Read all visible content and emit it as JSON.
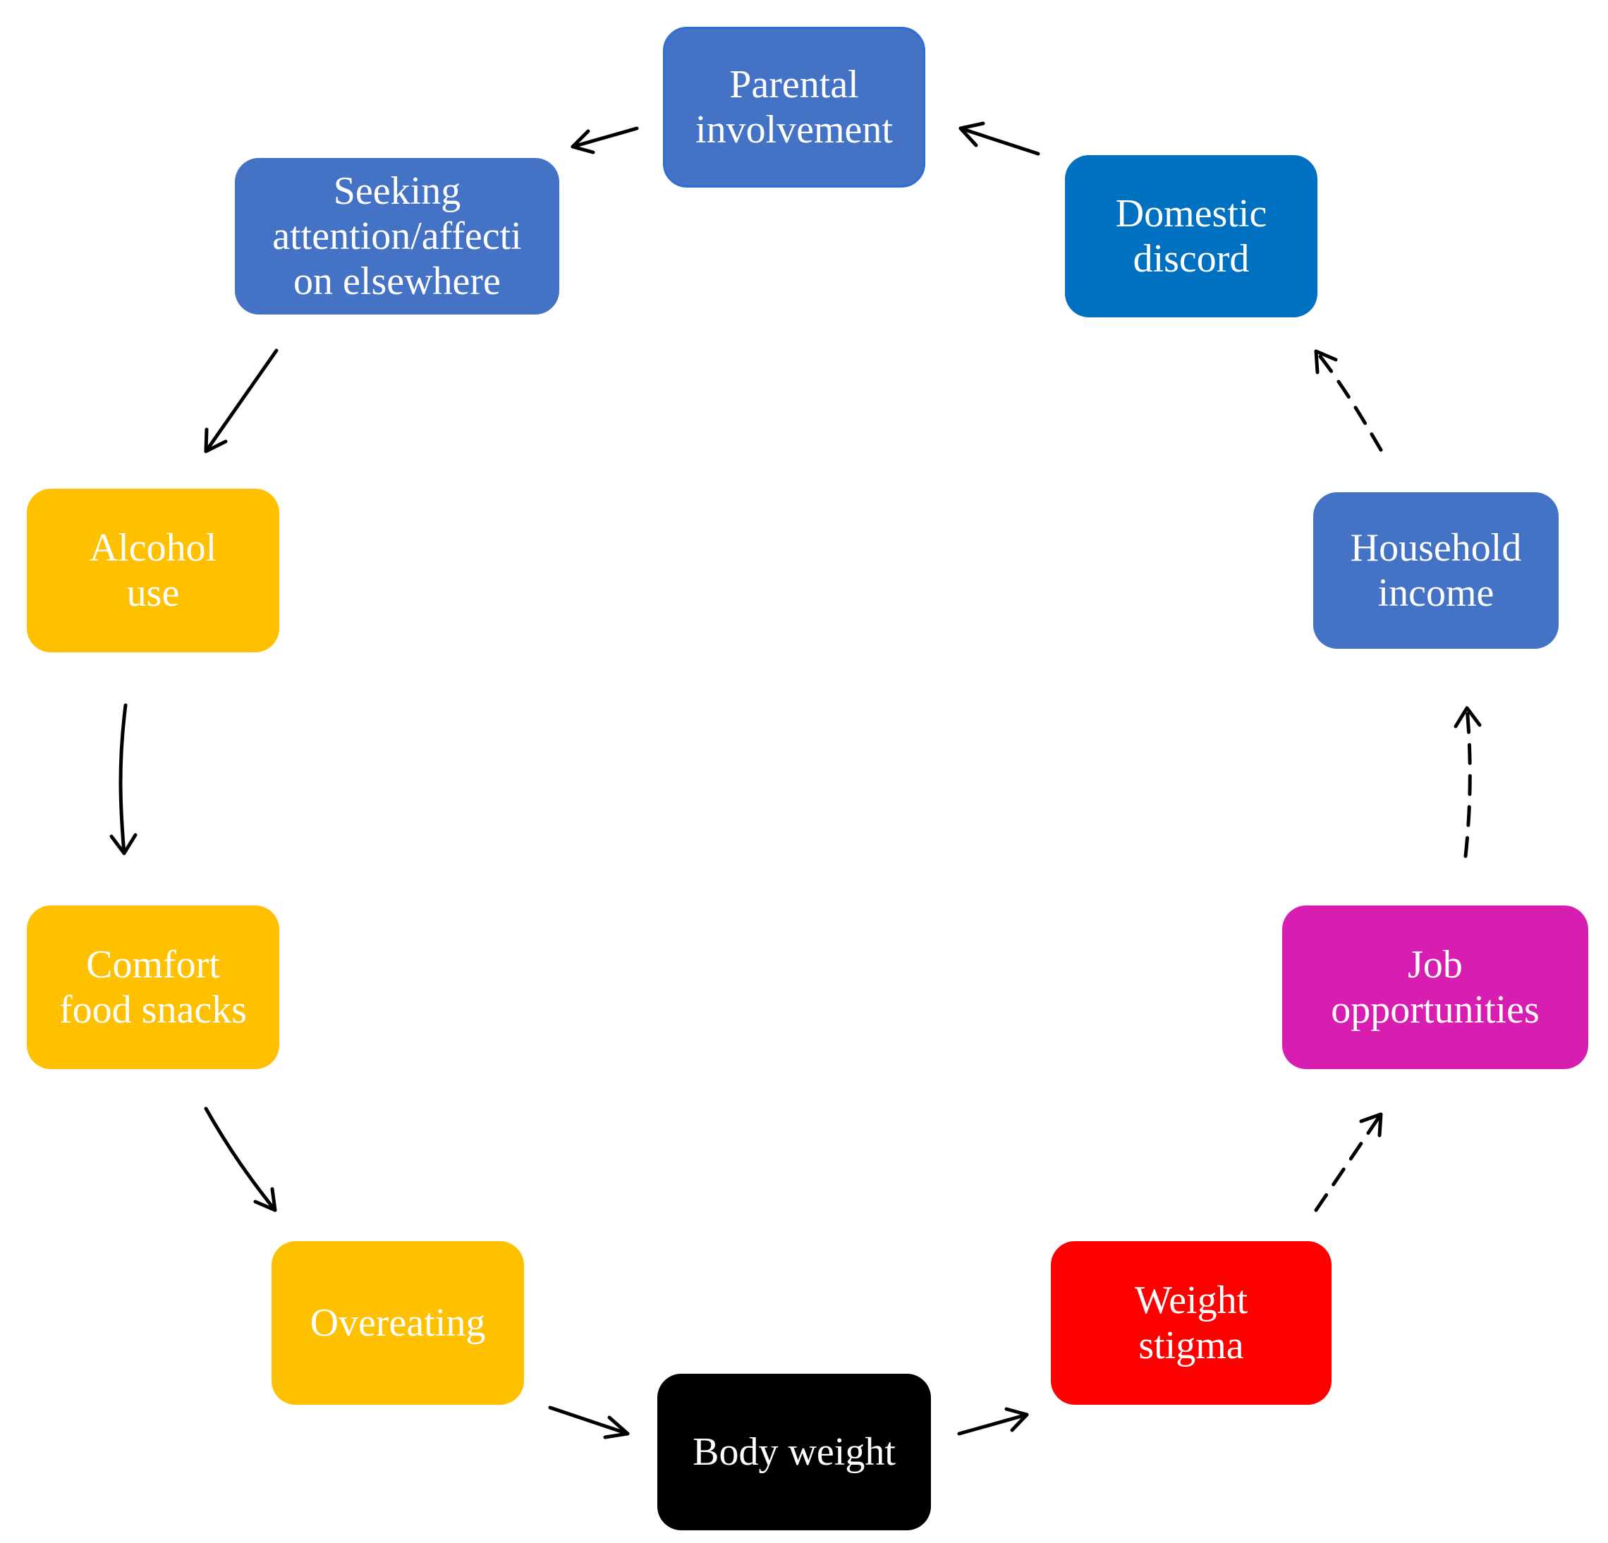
{
  "diagram": {
    "nodes": [
      {
        "id": "parental",
        "label": "Parental\ninvolvement",
        "color": "#4472C4"
      },
      {
        "id": "domestic",
        "label": "Domestic\ndiscord",
        "color": "#0070C0"
      },
      {
        "id": "household",
        "label": "Household\nincome",
        "color": "#4472C4"
      },
      {
        "id": "job",
        "label": "Job\nopportunities",
        "color": "#D81EB0"
      },
      {
        "id": "weight_stigma",
        "label": "Weight\nstigma",
        "color": "#FF0000"
      },
      {
        "id": "body",
        "label": "Body weight",
        "color": "#000000"
      },
      {
        "id": "overeating",
        "label": "Overeating",
        "color": "#FFC000"
      },
      {
        "id": "comfort",
        "label": "Comfort\nfood snacks",
        "color": "#FFC000"
      },
      {
        "id": "alcohol",
        "label": "Alcohol\nuse",
        "color": "#FFC000"
      },
      {
        "id": "seeking",
        "label": "Seeking\nattention/affecti\non elsewhere",
        "color": "#4472C4"
      }
    ],
    "edges": [
      {
        "from": "domestic",
        "to": "parental",
        "style": "solid"
      },
      {
        "from": "parental",
        "to": "seeking",
        "style": "solid"
      },
      {
        "from": "seeking",
        "to": "alcohol",
        "style": "solid"
      },
      {
        "from": "alcohol",
        "to": "comfort",
        "style": "solid"
      },
      {
        "from": "comfort",
        "to": "overeating",
        "style": "solid"
      },
      {
        "from": "overeating",
        "to": "body",
        "style": "solid"
      },
      {
        "from": "body",
        "to": "weight_stigma",
        "style": "solid"
      },
      {
        "from": "weight_stigma",
        "to": "job",
        "style": "dashed"
      },
      {
        "from": "job",
        "to": "household",
        "style": "dashed"
      },
      {
        "from": "household",
        "to": "domestic",
        "style": "dashed"
      }
    ]
  }
}
